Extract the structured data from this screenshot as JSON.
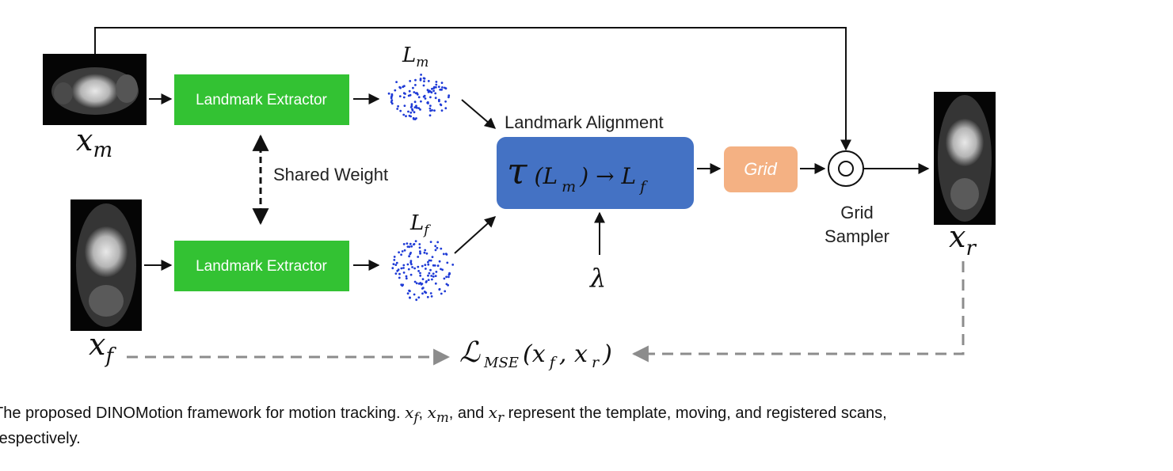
{
  "diagram": {
    "extractor_top_label": "Landmark Extractor",
    "extractor_bottom_label": "Landmark Extractor",
    "shared_weight_label": "Shared Weight",
    "alignment_title": "Landmark Alignment",
    "grid_label": "Grid",
    "grid_sampler_line1": "Grid",
    "grid_sampler_line2": "Sampler",
    "xm_label": "x",
    "xm_sub": "m",
    "xf_label": "x",
    "xf_sub": "f",
    "xr_label": "x",
    "xr_sub": "r",
    "lm_label": "L",
    "lm_sub": "m",
    "lf_label": "L",
    "lf_sub": "f",
    "tau_symbol": "τ",
    "tau_paren_open": "(L",
    "tau_sub": "m",
    "tau_arrow": ") → L",
    "tau_target_sub": "f",
    "lambda_symbol": "λ",
    "loss_symbol": "ℒ",
    "loss_sub": "MSE",
    "loss_args": "(x",
    "loss_arg1_sub": "f",
    "loss_sep": ", x",
    "loss_arg2_sub": "r",
    "loss_close": ")",
    "colors": {
      "extractor_green": "#33c233",
      "alignment_blue": "#4472c4",
      "grid_orange": "#f4b183",
      "landmark_dots": "#1f3bd6",
      "dashed_gray": "#8c8c8c"
    }
  },
  "caption": {
    "part1": "The proposed DINOMotion framework for motion tracking. ",
    "xf": "x",
    "xf_sub": "f",
    "sep1": ", ",
    "xm": "x",
    "xm_sub": "m",
    "sep2": ", and ",
    "xr": "x",
    "xr_sub": "r",
    "part2": " represent the template, moving, and registered scans,",
    "line2": "respectively."
  }
}
